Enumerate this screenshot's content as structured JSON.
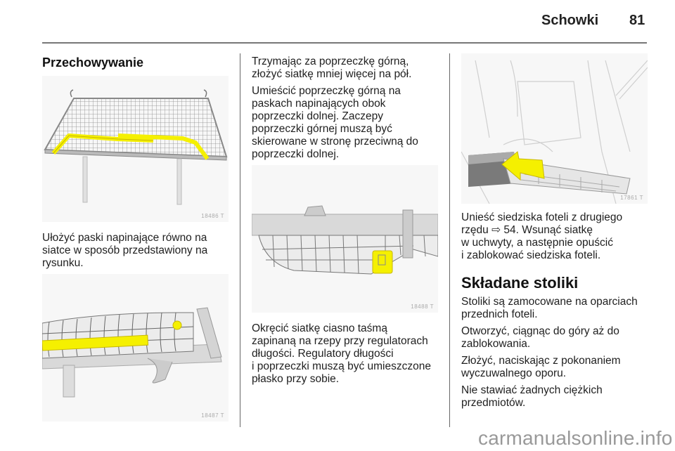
{
  "header": {
    "title": "Schowki",
    "page_number": "81"
  },
  "column1": {
    "section_title": "Przechowywanie",
    "figure1": {
      "code": "18486 T",
      "accent_color": "#f5f000"
    },
    "paragraph1": "Ułożyć paski napinające równo na\nsiatce w sposób przedstawiony na\nrysunku.",
    "figure2": {
      "code": "18487 T",
      "accent_color": "#f5f000"
    }
  },
  "column2": {
    "paragraph1": "Trzymając za poprzeczkę górną,\nzłożyć siatkę mniej więcej na pół.",
    "paragraph2": "Umieścić poprzeczkę górną na\npaskach napinających obok\npoprzeczki dolnej. Zaczepy\npoprzeczki górnej muszą być\nskierowane w stronę przeciwną do\npoprzeczki dolnej.",
    "figure3": {
      "code": "18488 T",
      "accent_color": "#f5f000"
    },
    "paragraph3": "Okręcić siatkę ciasno taśmą\nzapinaną na rzepy przy regulatorach\ndługości. Regulatory długości\ni poprzeczki muszą być umieszczone\npłasko przy sobie."
  },
  "column3": {
    "figure4": {
      "code": "17861 T",
      "accent_color": "#f5f000"
    },
    "paragraph1": "Unieść siedziska foteli z drugiego\nrzędu ⇨ 54. Wsunąć siatkę\nw uchwyty, a następnie opuścić\ni zablokować siedziska foteli.",
    "section_title": "Składane stoliki",
    "paragraph2": "Stoliki są zamocowane na oparciach\nprzednich foteli.",
    "paragraph3": "Otworzyć, ciągnąc do góry aż do\nzablokowania.",
    "paragraph4": "Złożyć, naciskając z pokonaniem\nwyczuwalnego oporu.",
    "paragraph5": "Nie stawiać żadnych ciężkich\nprzedmiotów."
  },
  "footer": {
    "watermark": "carmanualsonline.info"
  }
}
